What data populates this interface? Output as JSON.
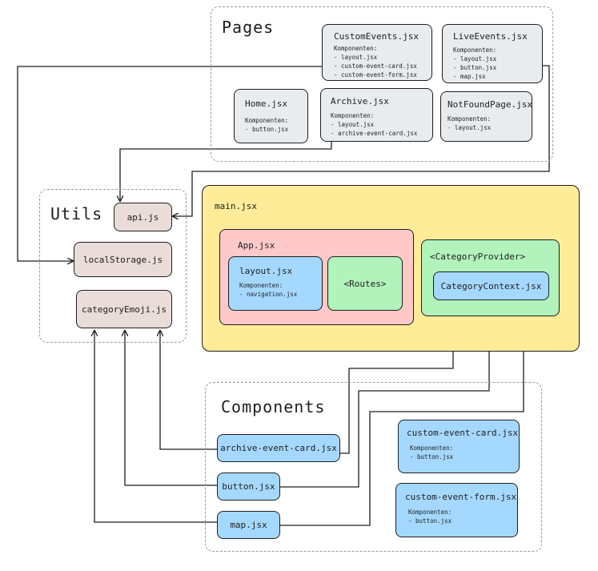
{
  "groups": {
    "pages": "Pages",
    "utils": "Utils",
    "components": "Components",
    "main": "main.jsx"
  },
  "komponenten_label": "Komponenten:",
  "pages": {
    "custom_events": {
      "title": "CustomEvents.jsx",
      "items": [
        "- layout.jsx",
        "- custom-event-card.jsx",
        "- custom-event-form.jsx"
      ]
    },
    "live_events": {
      "title": "LiveEvents.jsx",
      "items": [
        "- layout.jsx",
        "- button.jsx",
        "- map.jsx"
      ]
    },
    "home": {
      "title": "Home.jsx",
      "items": [
        "- button.jsx"
      ]
    },
    "archive": {
      "title": "Archive.jsx",
      "items": [
        "- layout.jsx",
        "- archive-event-card.jsx"
      ]
    },
    "not_found": {
      "title": "NotFoundPage.jsx",
      "items": [
        "- layout.jsx"
      ]
    }
  },
  "utils": {
    "api": "api.js",
    "local_storage": "localStorage.js",
    "category_emoji": "categoryEmoji.js"
  },
  "main": {
    "app": "App.jsx",
    "layout": {
      "title": "layout.jsx",
      "items": [
        "- navigation.jsx"
      ]
    },
    "routes": "<Routes>",
    "category_provider": "<CategoryProvider>",
    "category_context": "CategoryContext.jsx"
  },
  "components": {
    "archive_event_card": "archive-event-card.jsx",
    "button": "button.jsx",
    "map": "map.jsx",
    "custom_event_card": {
      "title": "custom-event-card.jsx",
      "items": [
        "- button.jsx"
      ]
    },
    "custom_event_form": {
      "title": "custom-event-form.jsx",
      "items": [
        "- button.jsx"
      ]
    }
  }
}
